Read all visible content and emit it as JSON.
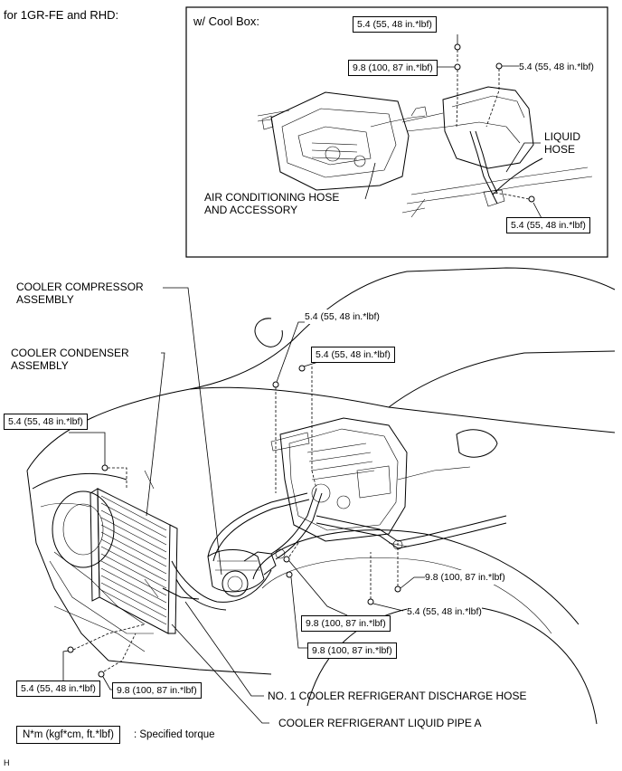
{
  "header": {
    "title": "for 1GR-FE and RHD:"
  },
  "inset": {
    "title": "w/ Cool Box:",
    "labels": {
      "liquid_hose_line1": "LIQUID",
      "liquid_hose_line2": "HOSE",
      "ac_hose_line1": "AIR CONDITIONING HOSE",
      "ac_hose_line2": "AND ACCESSORY"
    },
    "torques": [
      "5.4 (55, 48 in.*lbf)",
      "9.8 (100, 87 in.*lbf)",
      "5.4 (55, 48 in.*lbf)",
      "5.4 (55, 48 in.*lbf)"
    ]
  },
  "main": {
    "labels": {
      "compressor_line1": "COOLER COMPRESSOR",
      "compressor_line2": "ASSEMBLY",
      "condenser_line1": "COOLER CONDENSER",
      "condenser_line2": "ASSEMBLY",
      "discharge_hose": "NO. 1 COOLER REFRIGERANT DISCHARGE HOSE",
      "liquid_pipe": "COOLER REFRIGERANT LIQUID PIPE A"
    },
    "torques": [
      "5.4 (55, 48 in.*lbf)",
      "5.4 (55, 48 in.*lbf)",
      "5.4 (55, 48 in.*lbf)",
      "9.8 (100, 87 in.*lbf)",
      "5.4 (55, 48 in.*lbf)",
      "9.8 (100, 87 in.*lbf)",
      "9.8 (100, 87 in.*lbf)",
      "5.4 (55, 48 in.*lbf)",
      "9.8 (100, 87 in.*lbf)"
    ]
  },
  "legend": {
    "unit_box": "N*m (kgf*cm, ft.*lbf)",
    "description": ": Specified torque"
  },
  "footer": {
    "code": "H"
  }
}
